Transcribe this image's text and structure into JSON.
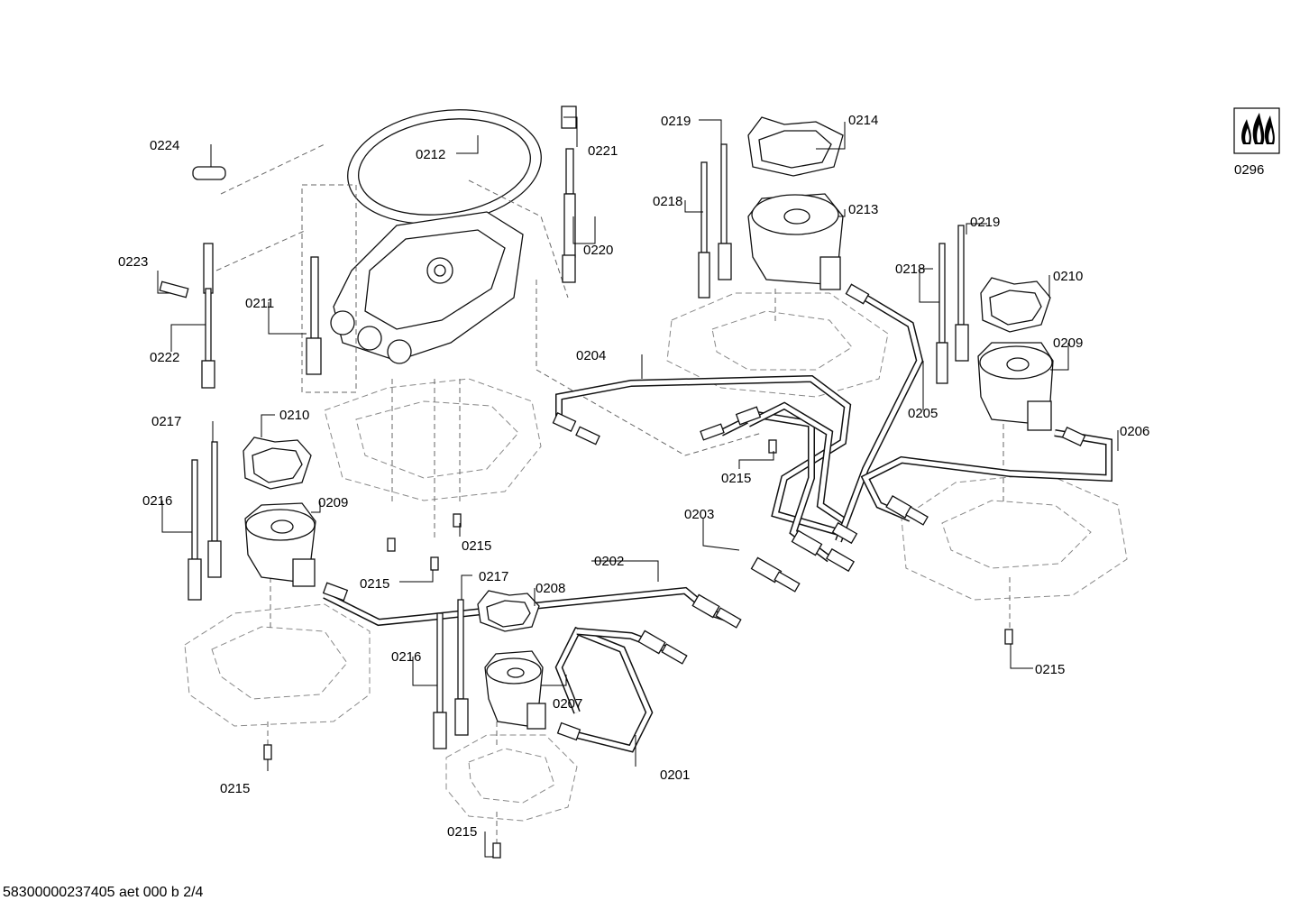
{
  "diagram": {
    "document_code": "58300000237405 aet 000 b 2/4",
    "symbol_icon": "gas-flame-icon",
    "part_labels": {
      "p0201": "0201",
      "p0202": "0202",
      "p0203": "0203",
      "p0204": "0204",
      "p0205": "0205",
      "p0206": "0206",
      "p0207": "0207",
      "p0208": "0208",
      "p0209a": "0209",
      "p0209b": "0209",
      "p0210a": "0210",
      "p0210b": "0210",
      "p0211": "0211",
      "p0212": "0212",
      "p0213": "0213",
      "p0214": "0214",
      "p0215a": "0215",
      "p0215b": "0215",
      "p0215c": "0215",
      "p0215d": "0215",
      "p0215e": "0215",
      "p0215f": "0215",
      "p0216a": "0216",
      "p0216b": "0216",
      "p0217a": "0217",
      "p0217b": "0217",
      "p0218a": "0218",
      "p0218b": "0218",
      "p0219a": "0219",
      "p0219b": "0219",
      "p0220": "0220",
      "p0221": "0221",
      "p0222": "0222",
      "p0223": "0223",
      "p0224": "0224",
      "p0296": "0296"
    }
  }
}
